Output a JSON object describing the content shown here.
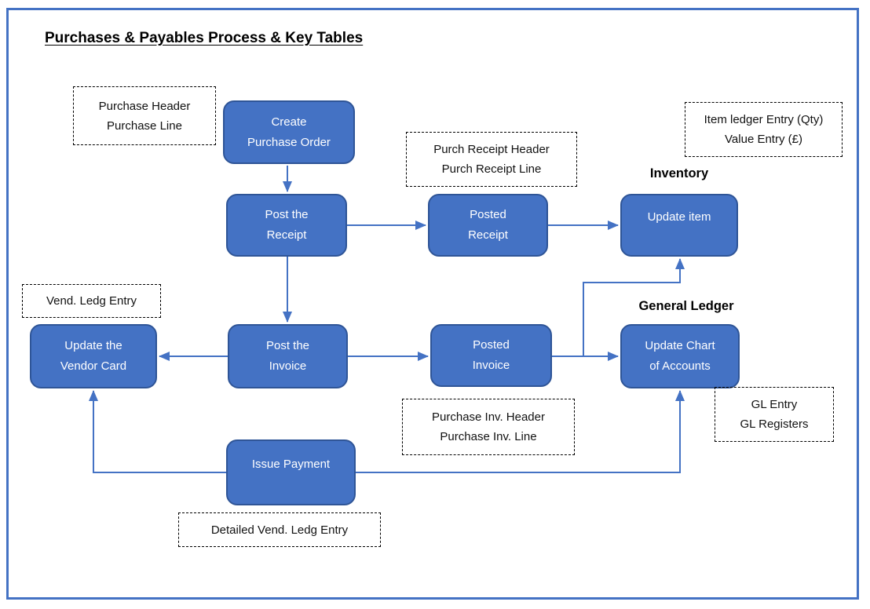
{
  "title": "Purchases & Payables Process & Key Tables",
  "section_labels": {
    "inventory": "Inventory",
    "general_ledger": "General Ledger"
  },
  "nodes": [
    {
      "label": "Create\nPurchase Order"
    },
    {
      "label": "Post the\nReceipt"
    },
    {
      "label": "Posted\nReceipt"
    },
    {
      "label": "Update item"
    },
    {
      "label": "Update the\nVendor Card"
    },
    {
      "label": "Post the\nInvoice"
    },
    {
      "label": "Posted\nInvoice"
    },
    {
      "label": "Update Chart\nof Accounts"
    },
    {
      "label": "Issue Payment"
    }
  ],
  "annotations": [
    {
      "label": "Purchase Header\nPurchase Line"
    },
    {
      "label": "Purch Receipt Header\nPurch Receipt Line"
    },
    {
      "label": "Item ledger Entry (Qty)\nValue Entry (£)"
    },
    {
      "label": "Vend. Ledg Entry"
    },
    {
      "label": "Purchase Inv. Header\nPurchase Inv. Line"
    },
    {
      "label": "GL Entry\nGL Registers"
    },
    {
      "label": "Detailed Vend. Ledg Entry"
    }
  ],
  "edges": [
    {
      "from": "Create Purchase Order",
      "to": "Post the Receipt"
    },
    {
      "from": "Post the Receipt",
      "to": "Posted Receipt"
    },
    {
      "from": "Posted Receipt",
      "to": "Update item"
    },
    {
      "from": "Post the Receipt",
      "to": "Post the Invoice"
    },
    {
      "from": "Post the Invoice",
      "to": "Update the Vendor Card"
    },
    {
      "from": "Post the Invoice",
      "to": "Posted Invoice"
    },
    {
      "from": "Posted Invoice",
      "to": "Update Chart of Accounts"
    },
    {
      "from": "Posted Invoice",
      "to": "Update item"
    },
    {
      "from": "Issue Payment",
      "to": "Update the Vendor Card"
    },
    {
      "from": "Issue Payment",
      "to": "Update Chart of Accounts"
    }
  ],
  "colors": {
    "node_fill": "#4472C4",
    "node_border": "#2F5597",
    "node_text": "#FFFFFF",
    "connector": "#4472C4",
    "page_border": "#4472C4",
    "text": "#000000"
  }
}
